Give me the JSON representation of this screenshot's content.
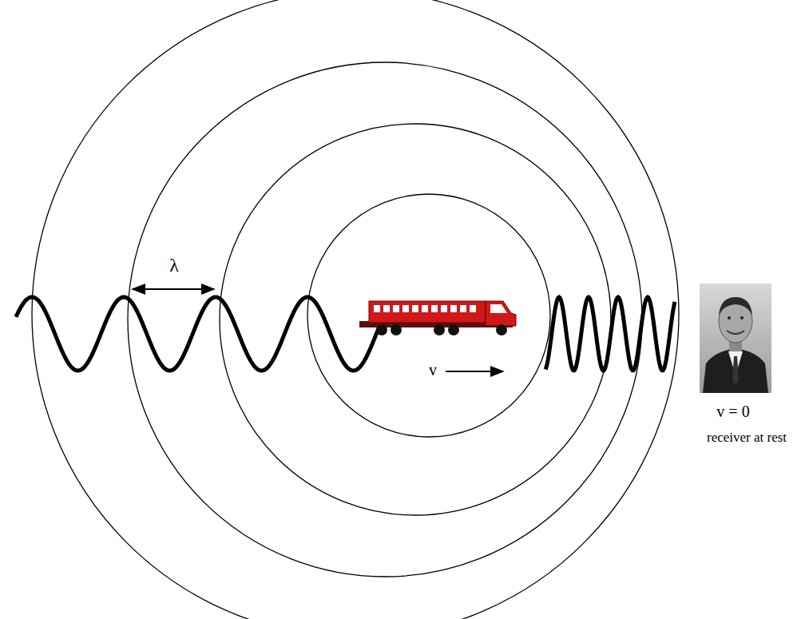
{
  "diagram": {
    "labels": [
      "λ",
      "v",
      "v = 0",
      "receiver at rest"
    ]
  }
}
